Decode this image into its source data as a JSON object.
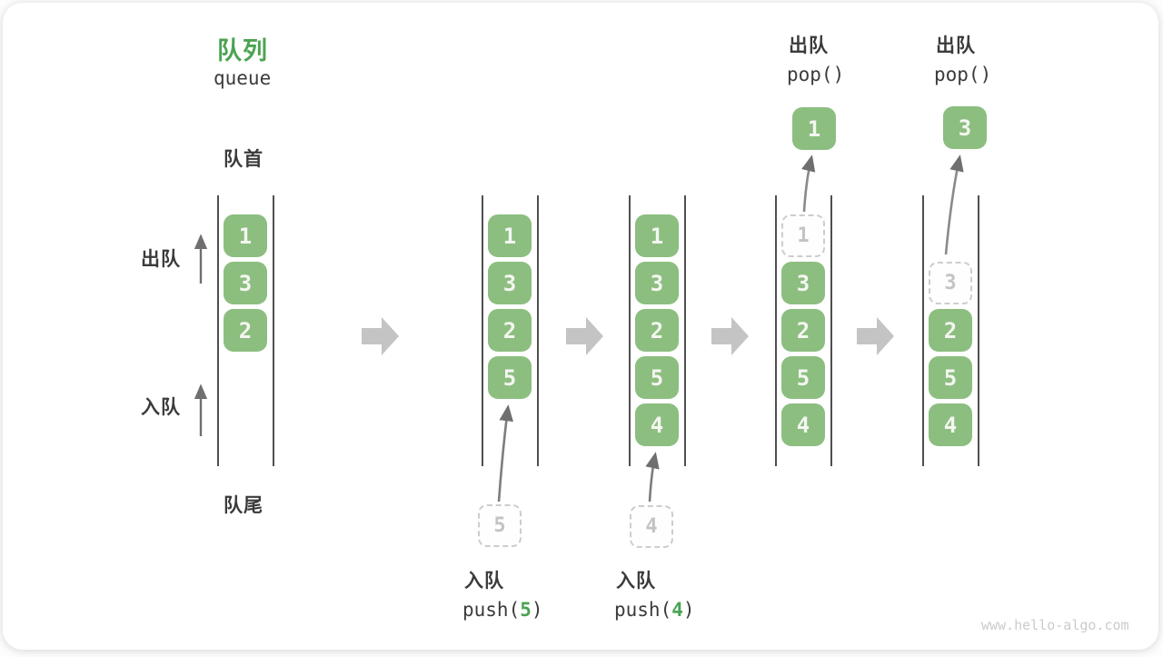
{
  "title": {
    "zh": "队列",
    "en": "queue"
  },
  "labels": {
    "front": "队首",
    "rear": "队尾",
    "dequeue": "出队",
    "enqueue": "入队"
  },
  "queues": [
    {
      "name": "state-initial",
      "boxes": [
        "1",
        "3",
        "2"
      ]
    },
    {
      "name": "state-after-push-5",
      "boxes": [
        "1",
        "3",
        "2",
        "5"
      ]
    },
    {
      "name": "state-after-push-4",
      "boxes": [
        "1",
        "3",
        "2",
        "5",
        "4"
      ]
    },
    {
      "name": "state-after-pop-1",
      "dashed": "1",
      "boxes": [
        "3",
        "2",
        "5",
        "4"
      ]
    },
    {
      "name": "state-after-pop-3",
      "dashed": "3",
      "boxes": [
        "2",
        "5",
        "4"
      ]
    }
  ],
  "operations": {
    "push5": {
      "label": "入队",
      "code_open": "push(",
      "arg": "5",
      "code_close": ")",
      "staged": "5"
    },
    "push4": {
      "label": "入队",
      "code_open": "push(",
      "arg": "4",
      "code_close": ")",
      "staged": "4"
    },
    "pop1": {
      "label": "出队",
      "code": "pop()",
      "popped": "1"
    },
    "pop3": {
      "label": "出队",
      "code": "pop()",
      "popped": "3"
    }
  },
  "watermark": "www.hello-algo.com",
  "colors": {
    "accent_green": "#4ba352",
    "box_green": "#8cbe80",
    "box_text": "#f4f6f1",
    "dark_text": "#3b3b3b",
    "wall_gray": "#4f4f4f",
    "block_arrow_gray": "#c4c4c4",
    "thin_arrow_gray": "#767676",
    "dashed_border": "#cdcdcd",
    "dashed_text": "#c3c3c3",
    "watermark_gray": "#cbcbcb"
  }
}
